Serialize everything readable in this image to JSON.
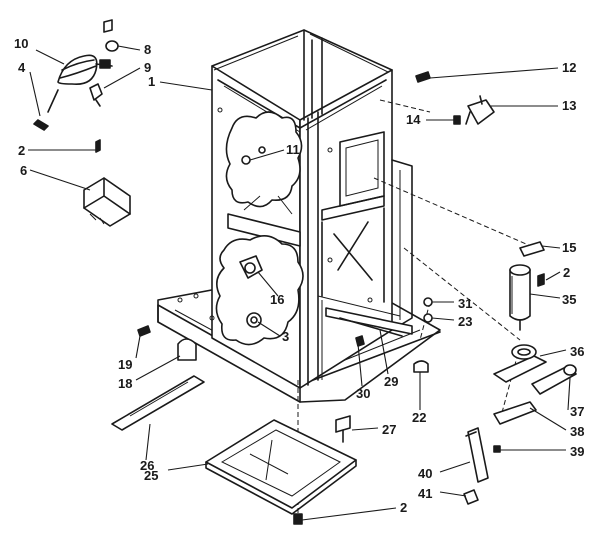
{
  "callouts": [
    {
      "id": "1",
      "text": "1"
    },
    {
      "id": "2a",
      "text": "2"
    },
    {
      "id": "2b",
      "text": "2"
    },
    {
      "id": "2c",
      "text": "2"
    },
    {
      "id": "3",
      "text": "3"
    },
    {
      "id": "4",
      "text": "4"
    },
    {
      "id": "6",
      "text": "6"
    },
    {
      "id": "8",
      "text": "8"
    },
    {
      "id": "9",
      "text": "9"
    },
    {
      "id": "10",
      "text": "10"
    },
    {
      "id": "11",
      "text": "11"
    },
    {
      "id": "12",
      "text": "12"
    },
    {
      "id": "13",
      "text": "13"
    },
    {
      "id": "14",
      "text": "14"
    },
    {
      "id": "15",
      "text": "15"
    },
    {
      "id": "16",
      "text": "16"
    },
    {
      "id": "18",
      "text": "18"
    },
    {
      "id": "19",
      "text": "19"
    },
    {
      "id": "22",
      "text": "22"
    },
    {
      "id": "23",
      "text": "23"
    },
    {
      "id": "25",
      "text": "25"
    },
    {
      "id": "26",
      "text": "26"
    },
    {
      "id": "27",
      "text": "27"
    },
    {
      "id": "29",
      "text": "29"
    },
    {
      "id": "30",
      "text": "30"
    },
    {
      "id": "31",
      "text": "31"
    },
    {
      "id": "35",
      "text": "35"
    },
    {
      "id": "36",
      "text": "36"
    },
    {
      "id": "37",
      "text": "37"
    },
    {
      "id": "38",
      "text": "38"
    },
    {
      "id": "39",
      "text": "39"
    },
    {
      "id": "40",
      "text": "40"
    },
    {
      "id": "41",
      "text": "41"
    }
  ]
}
